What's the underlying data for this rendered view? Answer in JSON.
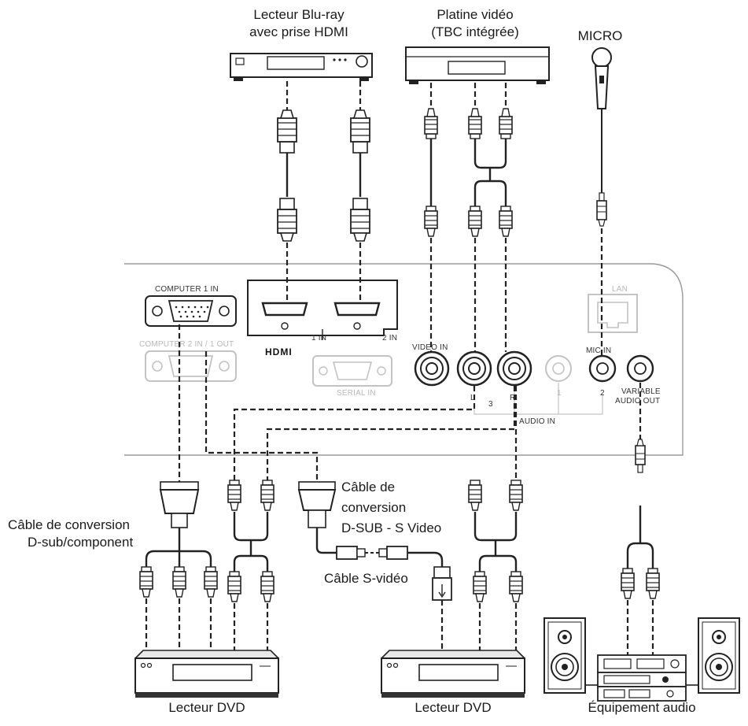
{
  "labels": {
    "bluray_line1": "Lecteur Blu-ray",
    "bluray_line2": "avec prise HDMI",
    "vcr_line1": "Platine vidéo",
    "vcr_line2": "(TBC intégrée)",
    "micro": "MICRO",
    "component_cable_line1": "Câble de conversion",
    "component_cable_line2": "D-sub/component",
    "dsub_svideo_line1": "Câble de",
    "dsub_svideo_line2": "conversion",
    "dsub_svideo_line3": "D-SUB - S Video",
    "svideo_cable": "Câble S-vidéo",
    "dvd_left": "Lecteur DVD",
    "dvd_right": "Lecteur DVD",
    "audio_equipment": "Équipement audio"
  },
  "panel": {
    "computer1_in": "COMPUTER 1 IN",
    "computer2_in_out": "COMPUTER 2 IN / 1 OUT",
    "hdmi_logo": "HDMI",
    "hdmi_1in": "1 IN",
    "hdmi_2in": "2 IN",
    "serial_in": "SERIAL IN",
    "video_in": "VIDEO IN",
    "audio_in": "AUDIO IN",
    "audio_l": "L",
    "audio_r": "R",
    "audio_3": "3",
    "audio_1": "1",
    "audio_2": "2",
    "mic_in": "MIC IN",
    "lan": "LAN",
    "variable_audio_out_line1": "VARIABLE",
    "variable_audio_out_line2": "AUDIO OUT"
  }
}
